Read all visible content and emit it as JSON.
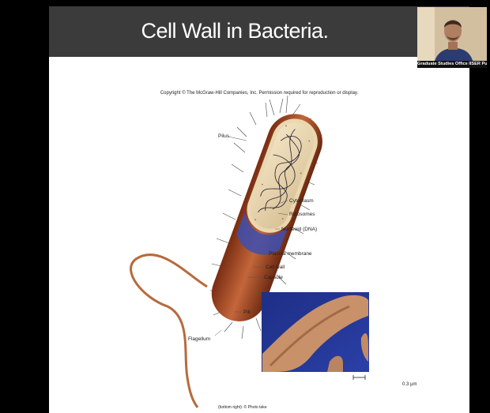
{
  "slide": {
    "title": "Cell Wall in Bacteria.",
    "copyright": "Copyright © The McGraw-Hill Companies, Inc. Permission required for reproduction or display.",
    "labels": {
      "pilus": "Pilus",
      "cytoplasm": "Cytoplasm",
      "ribosomes": "Ribosomes",
      "nucleoid": "Nucleoid (DNA)",
      "plasma_membrane": "Plasma membrane",
      "cell_wall": "Cell wall",
      "capsule": "Capsule",
      "pili": "Pili",
      "flagellum": "Flagellum"
    },
    "scale_bar": "0.3 µm",
    "credit": "(bottom right): © Photo take"
  },
  "video": {
    "caption": "Graduate Studies Office IISER Pune"
  }
}
